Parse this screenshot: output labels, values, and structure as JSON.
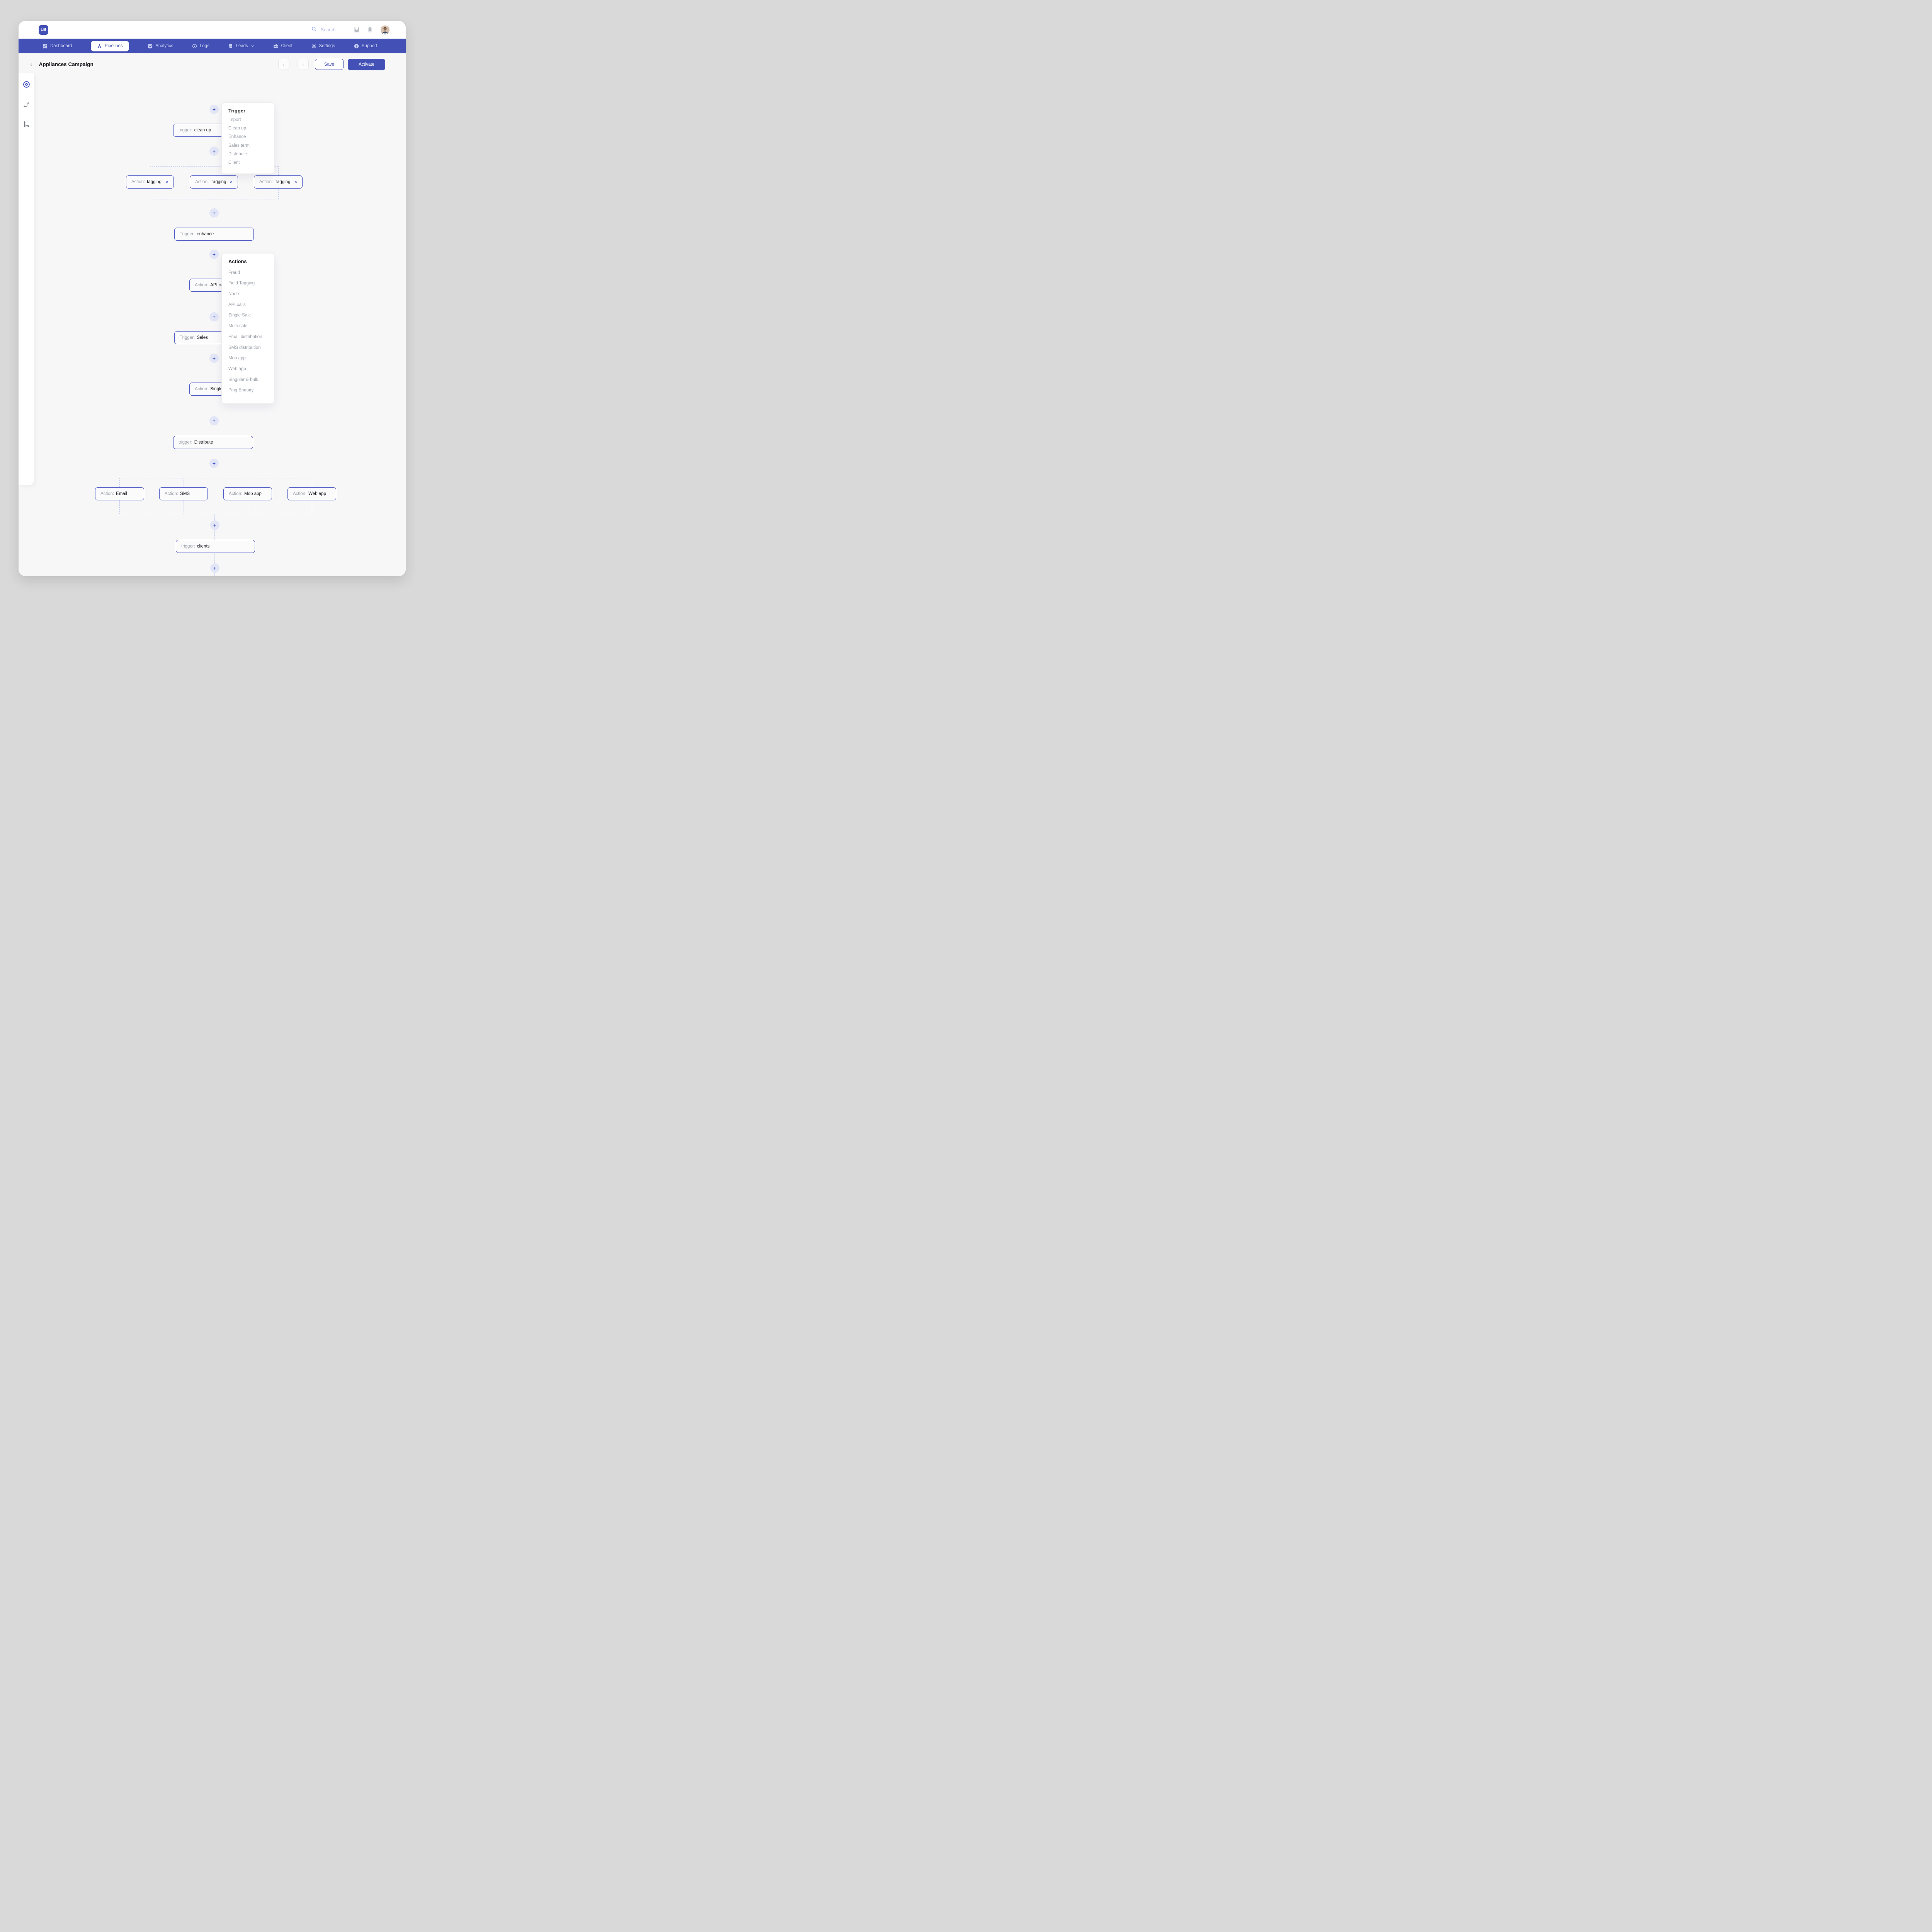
{
  "app": {
    "logo": "LB"
  },
  "topbar": {
    "search_label": "Search"
  },
  "nav": {
    "items": [
      {
        "label": "Dashboard",
        "icon": "grid-icon",
        "active": false
      },
      {
        "label": "Pipelines",
        "icon": "pipeline-icon",
        "active": true
      },
      {
        "label": "Analytics",
        "icon": "trend-icon",
        "active": false
      },
      {
        "label": "Logs",
        "icon": "target-ring-icon",
        "active": false
      },
      {
        "label": "Leads",
        "icon": "list-icon",
        "active": false,
        "has_chevron": true
      },
      {
        "label": "Client",
        "icon": "briefcase-icon",
        "active": false
      },
      {
        "label": "Settings",
        "icon": "gear-icon",
        "active": false
      },
      {
        "label": "Support",
        "icon": "question-circle-icon",
        "active": false
      }
    ]
  },
  "toolbar": {
    "title": "Appliances Campaign",
    "save_label": "Save",
    "activate_label": "Activate"
  },
  "icons": {
    "back_glyph": "‹",
    "prev_glyph": "‹",
    "next_glyph": "›",
    "plus_glyph": "+",
    "close_glyph": "×"
  },
  "menus": {
    "trigger": {
      "title": "Trigger",
      "items": [
        "Import",
        "Clean up",
        "Enhance",
        "Sales term",
        "Distribute",
        "Client"
      ]
    },
    "actions": {
      "title": "Actions",
      "items": [
        "Fraud",
        "Field Tagging",
        "Node",
        "API calls",
        "Single Sale",
        "Multi-sale",
        "Email distribution",
        "SMS distribution",
        "Mob app",
        "Web app",
        "Singular & bulk",
        "Ping Enquiry"
      ]
    }
  },
  "flow": {
    "clean_up": {
      "label": "trigger:",
      "value": "clean up"
    },
    "branch1": [
      {
        "label": "Action:",
        "value": "tagging"
      },
      {
        "label": "Action:",
        "value": "Tagging"
      },
      {
        "label": "Action:",
        "value": "Tagging"
      }
    ],
    "enhance": {
      "label": "Trigger:",
      "value": "enhance"
    },
    "api_calls": {
      "label": "Action:",
      "value": "API calls"
    },
    "sales": {
      "label": "Trigger:",
      "value": "Sales"
    },
    "single_sale": {
      "label": "Action:",
      "value": "Single s"
    },
    "distribute": {
      "label": "trigger:",
      "value": "Distribute"
    },
    "branch2": [
      {
        "label": "Action:",
        "value": "Email"
      },
      {
        "label": "Action:",
        "value": "SMS"
      },
      {
        "label": "Action:",
        "value": "Mob app"
      },
      {
        "label": "Action:",
        "value": "Web app"
      }
    ],
    "clients": {
      "label": "trigger:",
      "value": "clients"
    }
  },
  "colors": {
    "accent": "#4350b5",
    "node_border": "#4a57c5",
    "canvas": "#f7f7f8",
    "plus_bg": "#e2e6f6",
    "dashed_line": "#bfc7ed",
    "muted_text": "#9aa0a8"
  }
}
